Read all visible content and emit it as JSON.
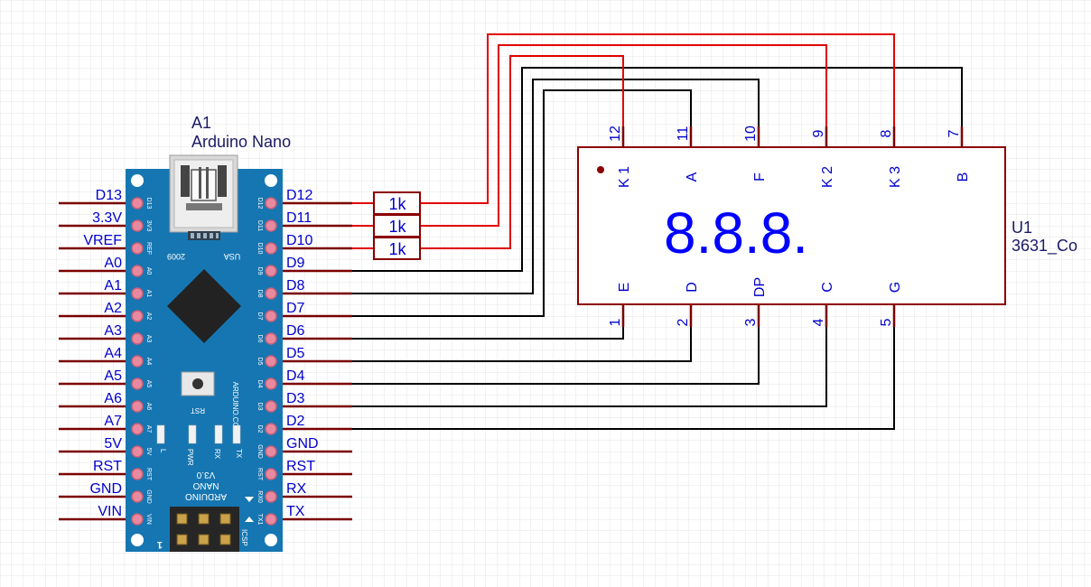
{
  "colors": {
    "wire_black": "#000000",
    "wire_red": "#e00000",
    "pin_line": "#7a0000",
    "board": "#1676b2",
    "label_blue": "#0000ff",
    "component": "#8b0000",
    "grid": "#e6e6e6"
  },
  "arduino": {
    "designator": "A1",
    "name": "Arduino Nano",
    "left_pins": [
      "D13",
      "3.3V",
      "VREF",
      "A0",
      "A1",
      "A2",
      "A3",
      "A4",
      "A5",
      "A6",
      "A7",
      "5V",
      "RST",
      "GND",
      "VIN"
    ],
    "right_pins": [
      "D12",
      "D11",
      "D10",
      "D9",
      "D8",
      "D7",
      "D6",
      "D5",
      "D4",
      "D3",
      "D2",
      "GND",
      "RST",
      "RX",
      "TX"
    ],
    "board_left_silk": [
      "D13",
      "3V3",
      "REF",
      "A0",
      "A1",
      "A2",
      "A3",
      "A4",
      "A5",
      "A6",
      "A7",
      "5V",
      "RST",
      "GND",
      "VIN"
    ],
    "board_right_silk": [
      "D12",
      "D11",
      "D10",
      "D9",
      "D8",
      "D7",
      "D6",
      "D5",
      "D4",
      "D3",
      "D2",
      "GND",
      "RST",
      "RX0",
      "TX1"
    ],
    "board_text": {
      "year": "2009",
      "usa": "USA",
      "rst": "RST",
      "site": "ARDUINO.CC",
      "model_line1": "ARDUINO",
      "model_line2": "NANO",
      "model_line3": "V3.0",
      "icsp": "ICSP",
      "led_l": "L",
      "led_pwr": "PWR",
      "led_rx": "RX",
      "led_tx": "TX",
      "icsp_marker": "1"
    }
  },
  "resistors": [
    {
      "value": "1k"
    },
    {
      "value": "1k"
    },
    {
      "value": "1k"
    }
  ],
  "display": {
    "designator": "U1",
    "part": "3631_Co",
    "digits": "8.8.8.",
    "top_pins": [
      {
        "num": "12",
        "name": "K 1"
      },
      {
        "num": "11",
        "name": "A"
      },
      {
        "num": "10",
        "name": "F"
      },
      {
        "num": "9",
        "name": "K 2"
      },
      {
        "num": "8",
        "name": "K 3"
      },
      {
        "num": "7",
        "name": "B"
      }
    ],
    "bottom_pins": [
      {
        "num": "1",
        "name": "E"
      },
      {
        "num": "2",
        "name": "D"
      },
      {
        "num": "3",
        "name": "DP"
      },
      {
        "num": "4",
        "name": "C"
      },
      {
        "num": "5",
        "name": "G"
      }
    ]
  }
}
